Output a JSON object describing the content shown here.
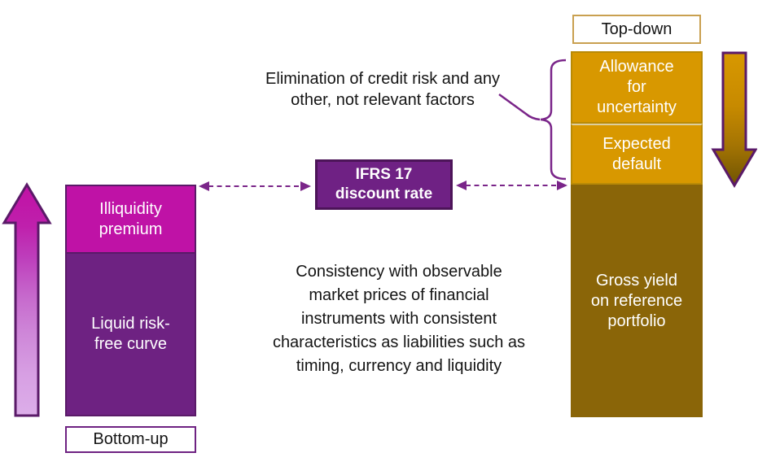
{
  "diagram": {
    "title_implicit": "IFRS 17 discount rate approaches",
    "center_box": {
      "label": "IFRS 17\ndiscount rate"
    },
    "notes": {
      "elimination": "Elimination of credit risk and any\nother, not relevant factors",
      "consistency": "Consistency with observable\nmarket prices of financial\ninstruments with consistent\ncharacteristics as liabilities such as\ntiming, currency and liquidity"
    },
    "bottom_up": {
      "title": "Bottom-up",
      "segments": {
        "illiquidity": "Illiquidity\npremium",
        "risk_free": "Liquid risk-\nfree curve"
      }
    },
    "top_down": {
      "title": "Top-down",
      "segments": {
        "allowance": "Allowance\nfor\nuncertainty",
        "expected": "Expected\ndefault",
        "gross": "Gross yield\non reference\nportfolio"
      }
    },
    "colors": {
      "magenta": "#BF12A6",
      "purple_bar": "#6E2282",
      "purple_center_box": "#6F2184",
      "purple_border_dark": "#5A1A68",
      "center_box_border": "#4C1458",
      "gold": "#D89800",
      "gold_border": "#B98A06",
      "brown": "#8A6508",
      "arrow_down_dark_end": "#6F5403",
      "arrow_up_light_end": "#DCAEE9",
      "topdown_box_border": "#C9A050",
      "connector_purple": "#7A2589",
      "text_dark": "#141414",
      "text_light": "#FFFFFF"
    }
  }
}
